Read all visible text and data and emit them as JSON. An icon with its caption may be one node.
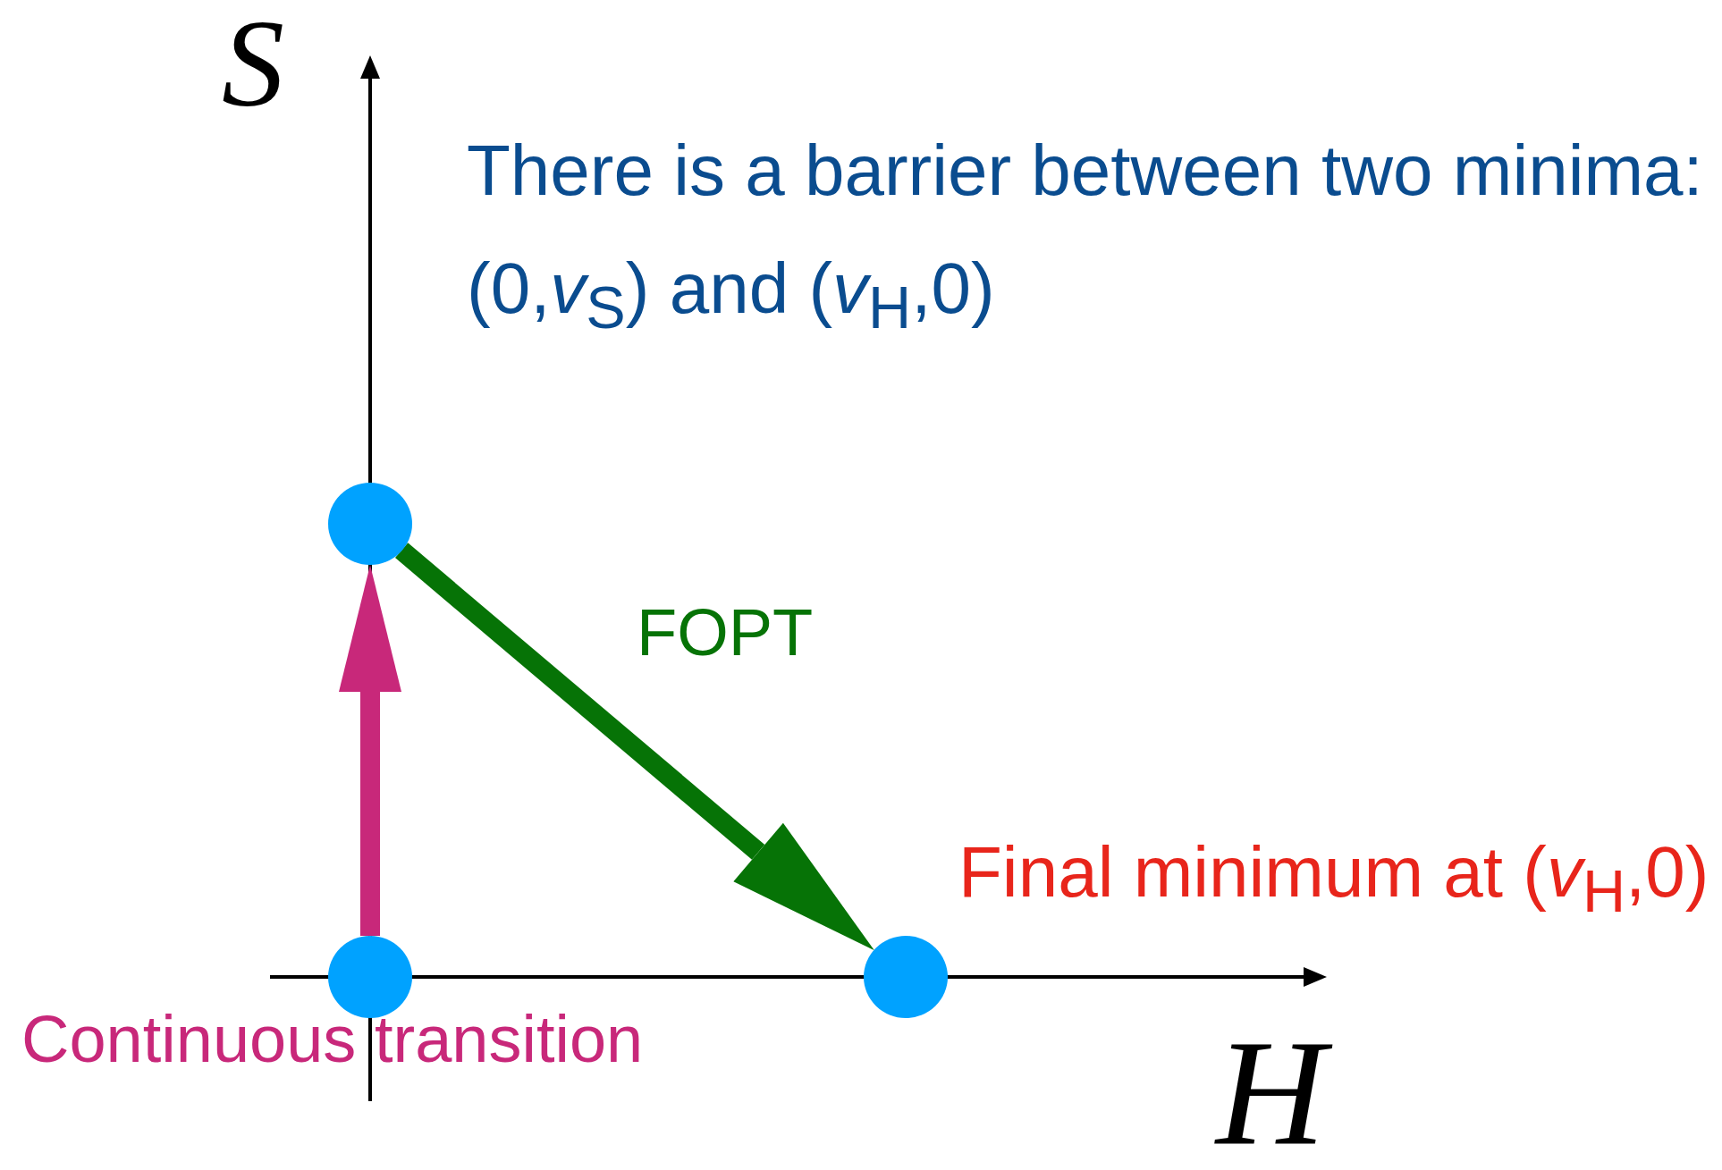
{
  "diagram": {
    "nodes": [
      {
        "text": [],
        "shape": "circle"
      },
      {
        "text": [],
        "shape": "circle"
      },
      {
        "text": [],
        "shape": "circle"
      }
    ],
    "edges": [
      {
        "from": 1,
        "to": 0,
        "arrow": "to",
        "color": "#c8287a"
      },
      {
        "from": 0,
        "to": 2,
        "arrow": "to",
        "label": "FOPT",
        "color": "#067306"
      }
    ],
    "labels": [
      "S",
      "There is a barrier between two minima: (0,*v*$_{S}$) and (*v*$_{H}$,0)",
      "Final minimum at (*v*$_{H}$,0)",
      "Continuous transition",
      "H"
    ]
  }
}
